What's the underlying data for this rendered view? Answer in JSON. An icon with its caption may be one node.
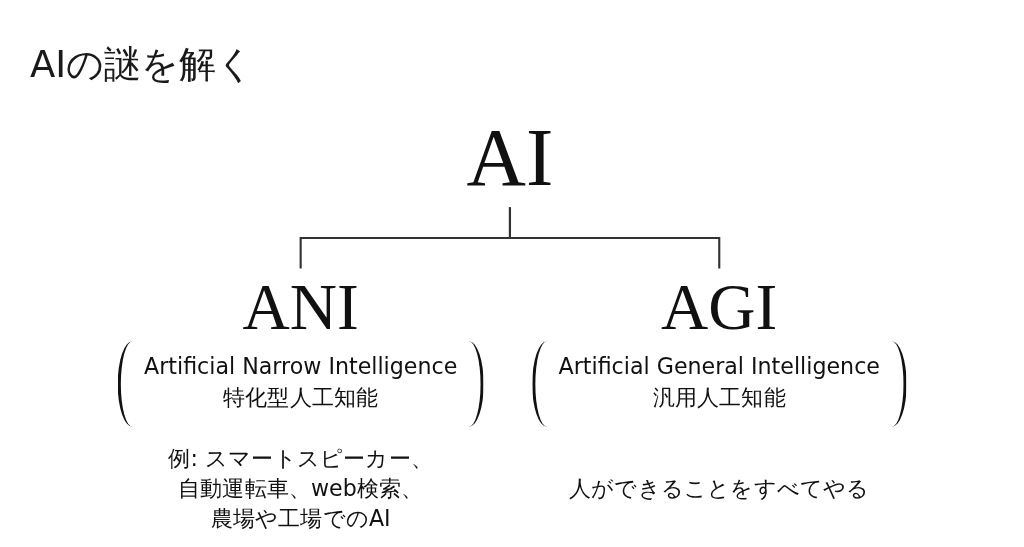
{
  "diagram": {
    "title": "AIの謎を解く",
    "nodes": [
      {
        "text": [
          "AI"
        ]
      },
      {
        "text": [
          "ANI",
          "Artificial Narrow Intelligence",
          "特化型人工知能"
        ],
        "beside": [
          "例: スマートスピーカー、自動運転車、web検索、農場や工場でのAI"
        ]
      },
      {
        "text": [
          "AGI",
          "Artificial General Intelligence",
          "汎用人工知能"
        ],
        "beside": [
          "人ができることをすべてやる"
        ]
      }
    ],
    "edges": [
      {
        "from": 0,
        "to": 1,
        "arrow": "none"
      },
      {
        "from": 0,
        "to": 2,
        "arrow": "none"
      }
    ]
  }
}
